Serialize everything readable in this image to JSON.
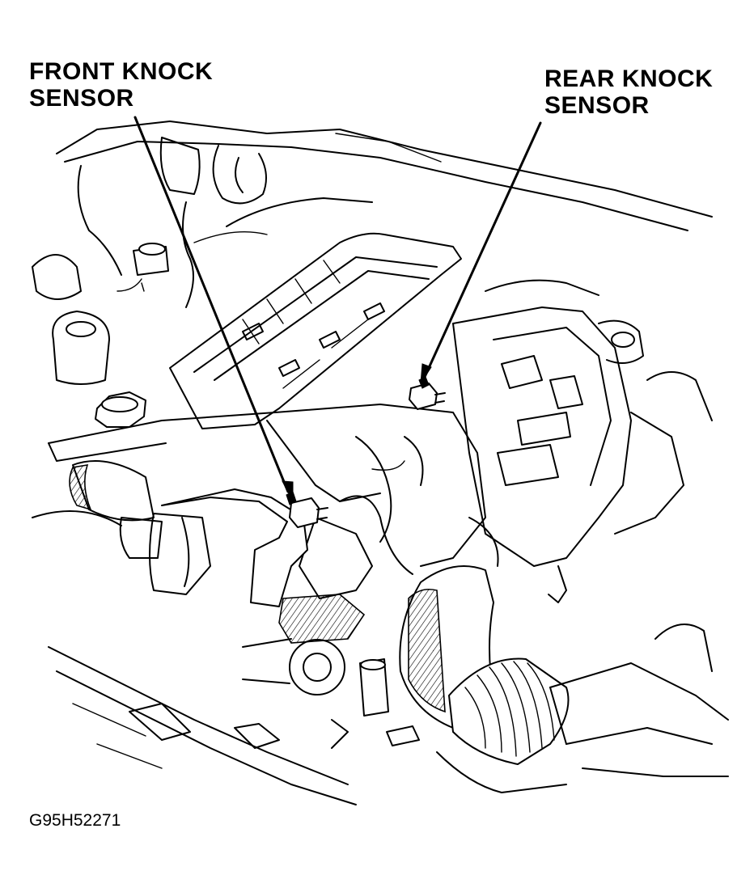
{
  "labels": {
    "front_knock_sensor": [
      "FRONT KNOCK",
      "SENSOR"
    ],
    "rear_knock_sensor": [
      "REAR KNOCK",
      "SENSOR"
    ]
  },
  "figure_code": "G95H52271",
  "colors": {
    "ink": "#000000",
    "paper": "#ffffff"
  }
}
